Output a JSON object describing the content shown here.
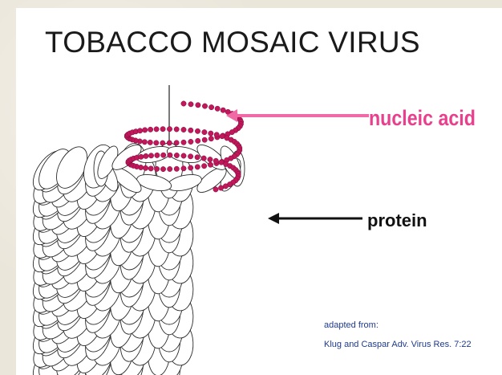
{
  "slide": {
    "title": "TOBACCO MOSAIC VIRUS"
  },
  "labels": {
    "nucleic_acid": "nucleic acid",
    "protein": "protein"
  },
  "source": {
    "line1": "adapted from:",
    "line2": "Klug and Caspar Adv. Virus Res. 7:22"
  },
  "colors": {
    "nucleic_acid": "#e8408c",
    "helix_bead": "#c2185b",
    "protein_outline": "#2a2a2a",
    "source_text": "#1f3a8a"
  }
}
